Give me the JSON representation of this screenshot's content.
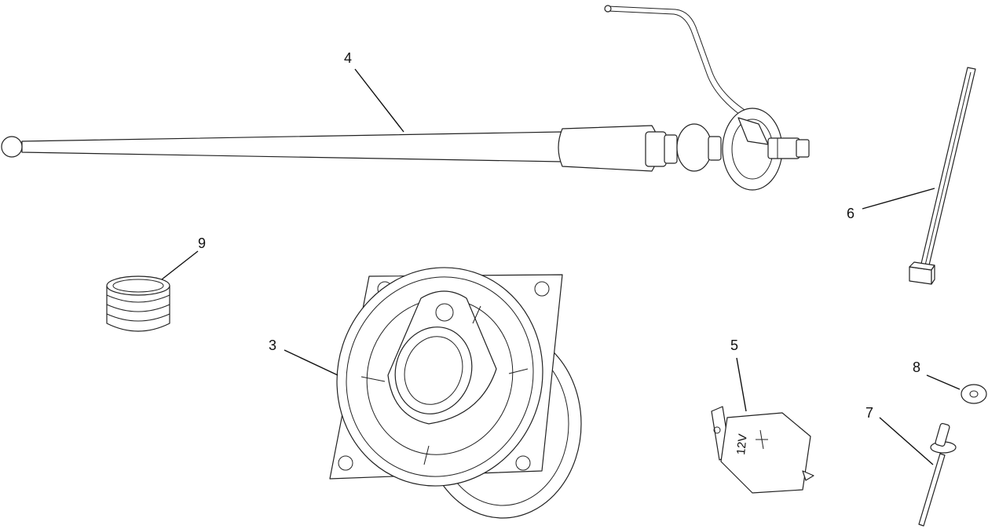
{
  "diagram": {
    "callouts": [
      {
        "id": "c3",
        "label": "3"
      },
      {
        "id": "c4",
        "label": "4"
      },
      {
        "id": "c5",
        "label": "5"
      },
      {
        "id": "c6",
        "label": "6"
      },
      {
        "id": "c7",
        "label": "7"
      },
      {
        "id": "c8",
        "label": "8"
      },
      {
        "id": "c9",
        "label": "9"
      }
    ],
    "relay_marking": "12V"
  }
}
